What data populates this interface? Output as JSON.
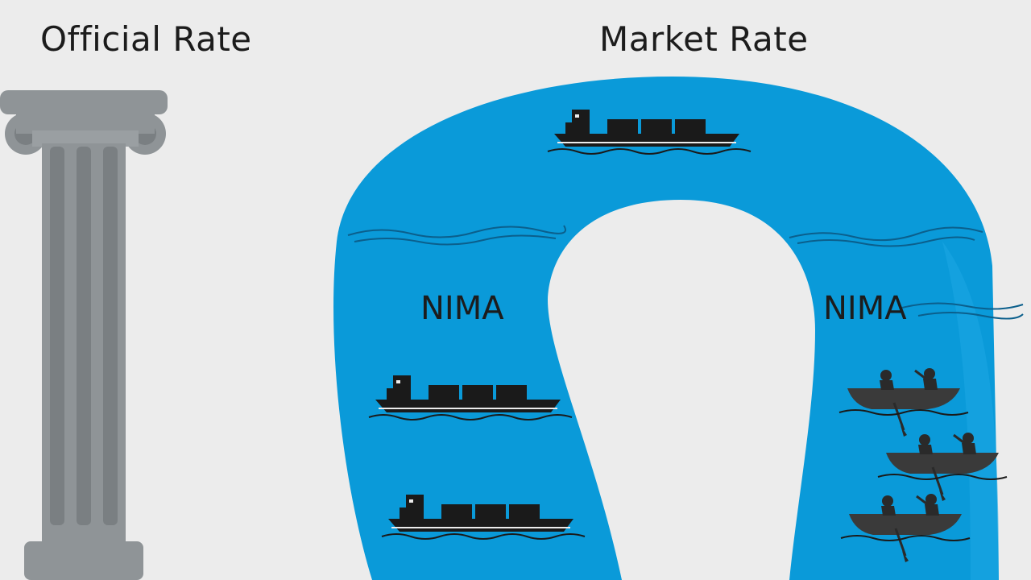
{
  "titles": {
    "official": "Official Rate",
    "market": "Market Rate"
  },
  "river": {
    "left_label": "NIMA",
    "right_label": "NIMA",
    "color": "#0a9ad9"
  },
  "colors": {
    "background": "#ececec",
    "pillar": "#8f9497",
    "pillar_dark": "#7a7f82",
    "vessel": "#1a1a1a",
    "text": "#1c1c1c"
  },
  "icons": {
    "pillar": "ionic-column-icon",
    "cargo_ship": "cargo-ship-icon",
    "rowboat": "rowboat-icon"
  }
}
